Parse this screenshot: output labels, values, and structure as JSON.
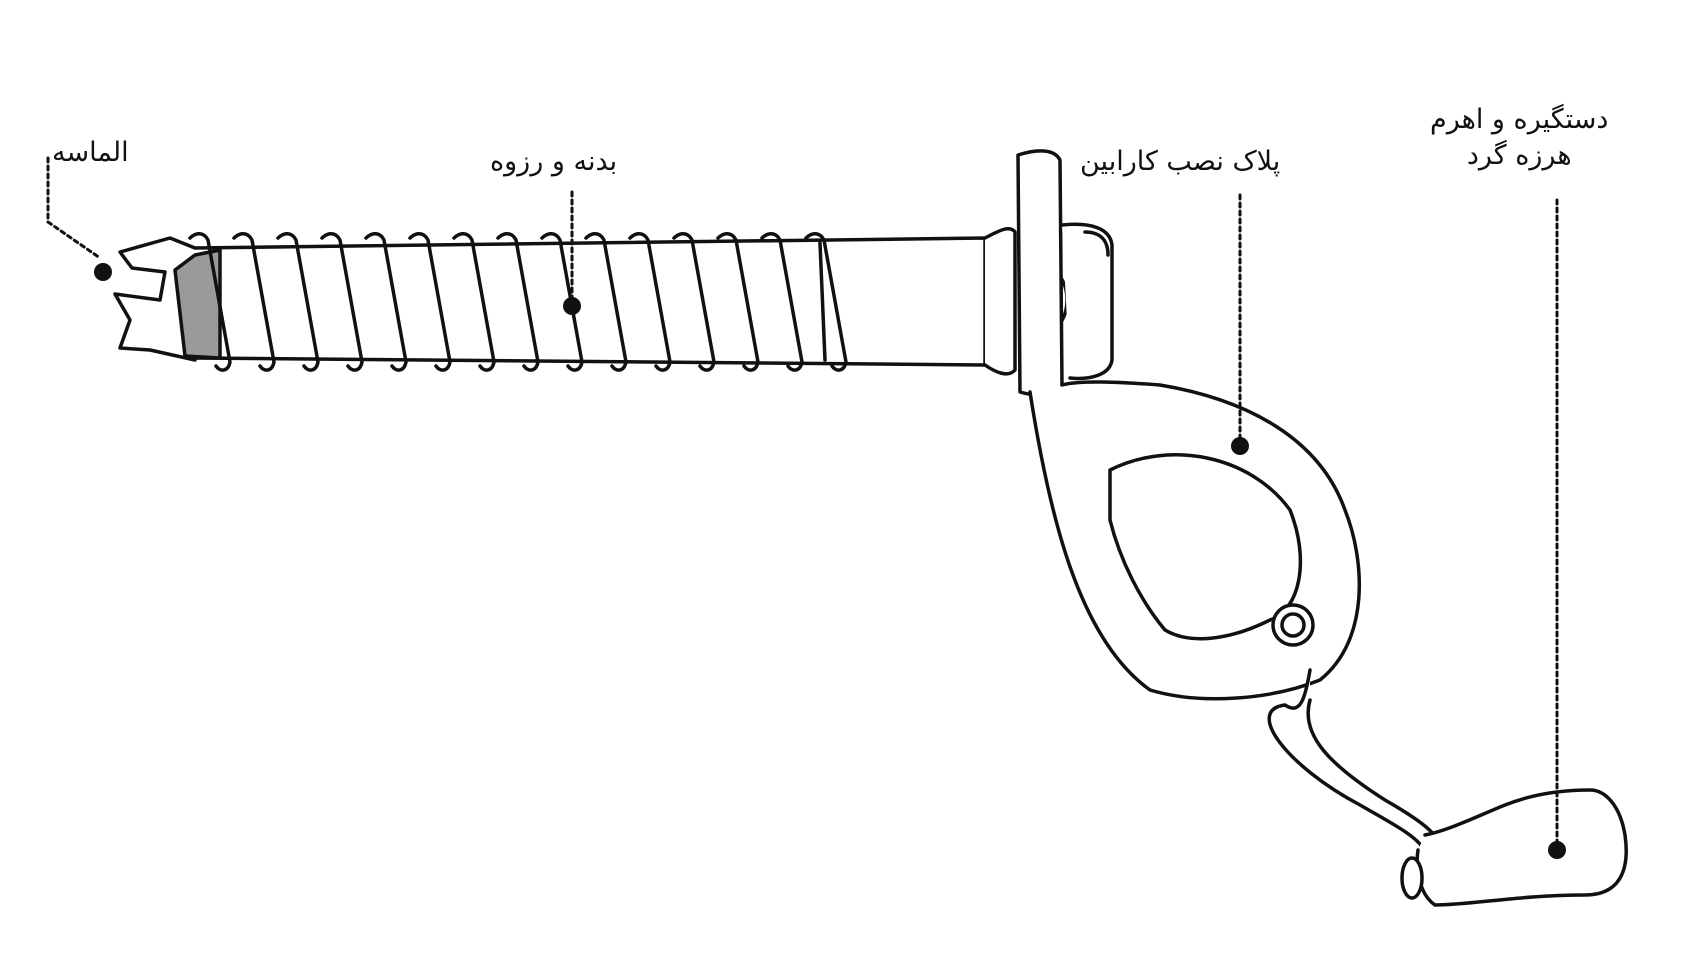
{
  "labels": {
    "tip": "الماسه",
    "body": "بدنه و رزوه",
    "plate": "پلاک نصب کارابین",
    "handle_line1": "دستگیره و اهرم",
    "handle_line2": "هرزه گرد"
  },
  "colors": {
    "line": "#111111",
    "metal": "#9a9a9a",
    "fill": "#ffffff"
  }
}
